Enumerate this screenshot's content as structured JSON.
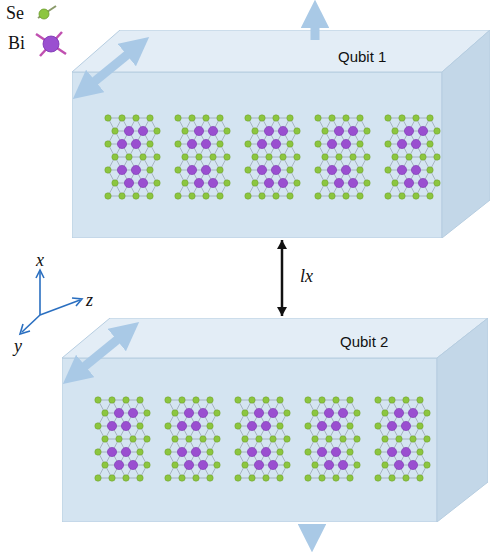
{
  "diagram": {
    "nodes": [
      {
        "text": [
          "Qubit 1"
        ]
      },
      {
        "text": [
          "Qubit 2"
        ]
      }
    ],
    "edges": [
      {
        "from": 0,
        "to": 1,
        "arrow": "both",
        "label": "lx"
      }
    ],
    "labels": [
      "x",
      "z",
      "y"
    ],
    "legend": [
      {
        "text": "Se"
      },
      {
        "text": "Bi"
      }
    ]
  }
}
